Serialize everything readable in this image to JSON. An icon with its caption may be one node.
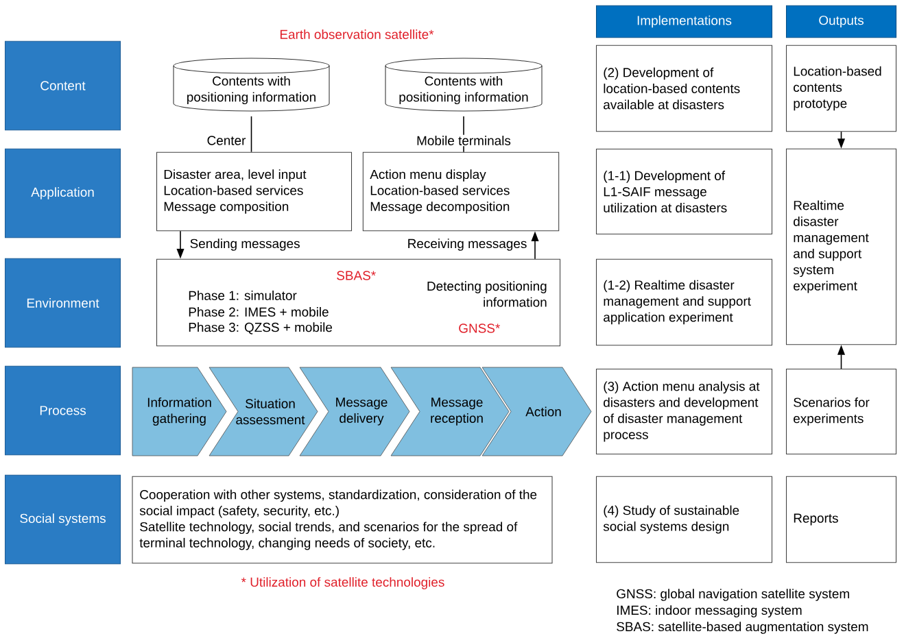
{
  "diagram": {
    "nodes": [
      {
        "text": [
          "Content"
        ]
      },
      {
        "text": [
          "Application"
        ]
      },
      {
        "text": [
          "Environment"
        ]
      },
      {
        "text": [
          "Process"
        ]
      },
      {
        "text": [
          "Social systems"
        ]
      },
      {
        "text": [
          "Contents with positioning information"
        ]
      },
      {
        "text": [
          "Contents with positioning information"
        ]
      },
      {
        "text": [
          "Disaster area, level input",
          "Location-based services",
          "Message composition"
        ]
      },
      {
        "text": [
          "Action menu display",
          "Location-based services",
          "Message decomposition"
        ]
      },
      {
        "text": [
          "Phase 1: simulator",
          "Phase 2: IMES + mobile",
          "Phase 3: QZSS + mobile",
          "SBAS*",
          "Detecting positioning information",
          "GNSS*"
        ]
      },
      {
        "text": [
          "Information gathering"
        ]
      },
      {
        "text": [
          "Situation assessment"
        ]
      },
      {
        "text": [
          "Message delivery"
        ]
      },
      {
        "text": [
          "Message reception"
        ]
      },
      {
        "text": [
          "Action"
        ]
      },
      {
        "text": [
          "Implementations"
        ]
      },
      {
        "text": [
          "Outputs"
        ]
      },
      {
        "text": [
          "(2) Development of location-based contents available at disasters"
        ]
      },
      {
        "text": [
          "Location-based contents prototype"
        ]
      },
      {
        "text": [
          "(1-1) Development of L1-SAIF message utilization at disasters"
        ]
      },
      {
        "text": [
          "Realtime disaster management and support system experiment"
        ]
      },
      {
        "text": [
          "(1-2) Realtime disaster management and support application experiment"
        ]
      },
      {
        "text": [
          "(3) Action menu analysis at disasters and development of disaster management process"
        ]
      },
      {
        "text": [
          "Scenarios for experiments"
        ]
      },
      {
        "text": [
          "(4) Study of sustainable social systems design"
        ]
      },
      {
        "text": [
          "Reports"
        ]
      },
      {
        "text": [
          "Cooperation with other systems, standardization, consideration of the social impact (safety, security, etc.)",
          "Satellite technology, social trends, and scenarios for the spread of terminal technology, changing needs of society, etc."
        ]
      }
    ],
    "edges": [
      {
        "from": 5,
        "to": 7,
        "arrow": "none",
        "label": "Center"
      },
      {
        "from": 6,
        "to": 8,
        "arrow": "none",
        "label": "Mobile terminals"
      },
      {
        "from": 7,
        "to": 9,
        "arrow": "to",
        "label": "Sending messages"
      },
      {
        "from": 9,
        "to": 8,
        "arrow": "to",
        "label": "Receiving messages"
      },
      {
        "from": 18,
        "to": 20,
        "arrow": "to"
      },
      {
        "from": 23,
        "to": 20,
        "arrow": "to"
      }
    ],
    "labels": [
      "Earth observation satellite*",
      "* Utilization of satellite technologies",
      "GNSS: global navigation satellite system",
      "IMES: indoor messaging system",
      "SBAS: satellite-based augmentation system"
    ]
  }
}
